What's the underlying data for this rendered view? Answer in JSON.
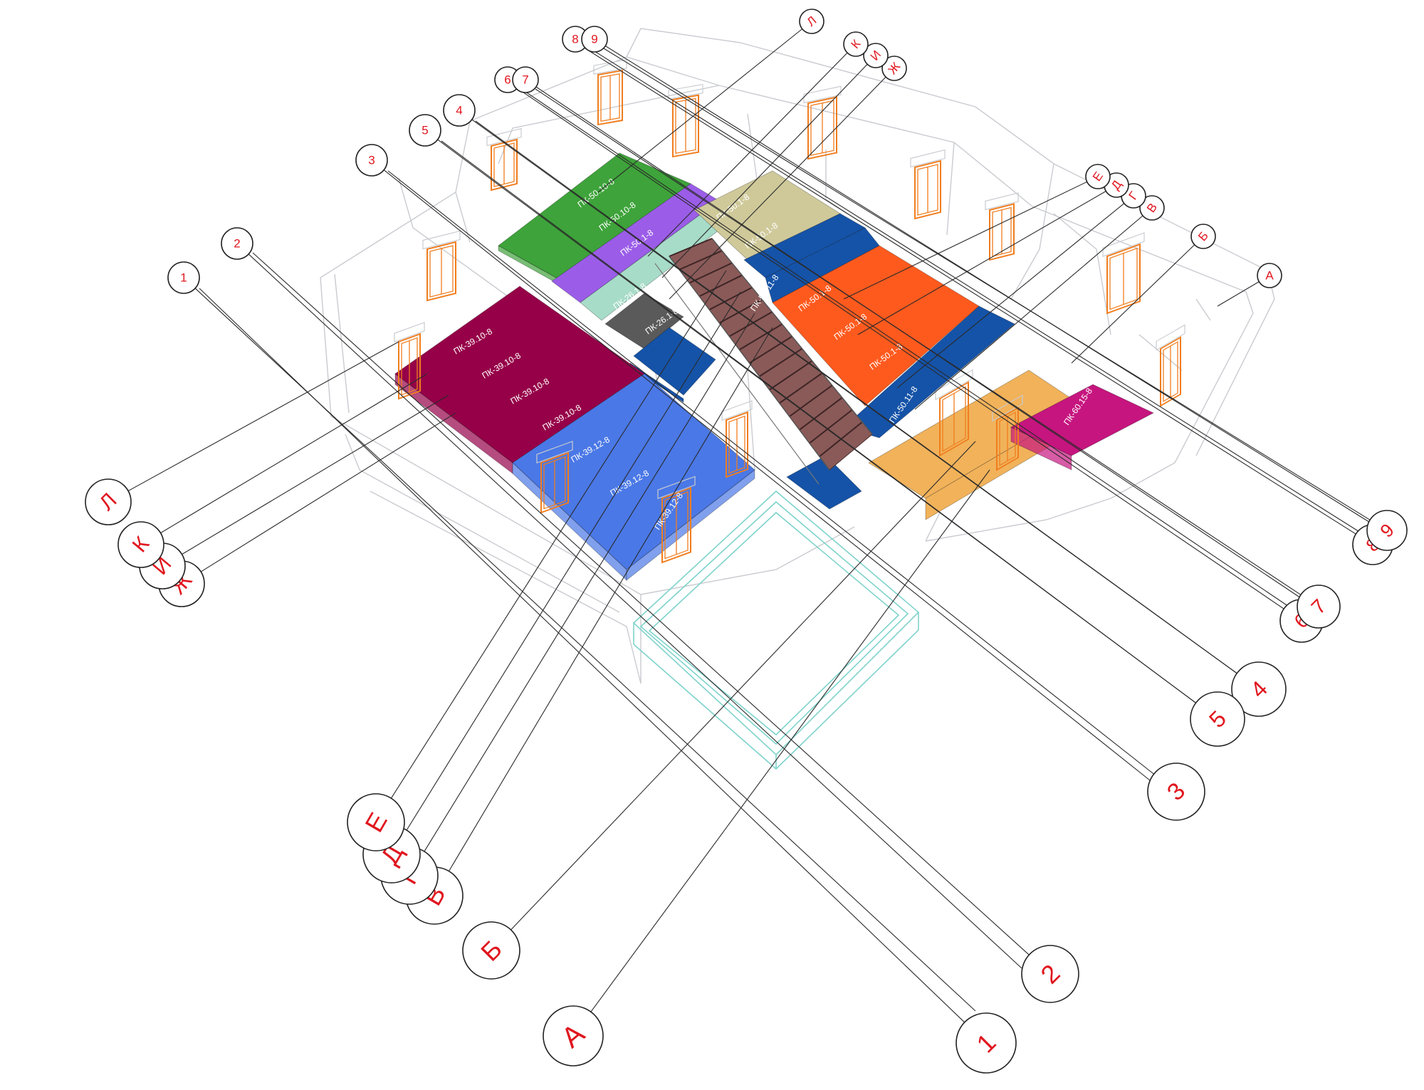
{
  "colors": {
    "background": "#ffffff",
    "wireframe": "#c9cbd0",
    "leader": "#2a2a2a",
    "axis_label": "#e0161e",
    "axis_circle": "#222222",
    "window_frame": "#f07d1e",
    "stair_brick": "#8a5a58",
    "opening_outline": "#7fd3cc"
  },
  "panel_colors": {
    "green": "#3ea33a",
    "violet": "#9b5de8",
    "mint": "#a7dcc9",
    "khaki": "#cfc99a",
    "navy": "#1553a8",
    "orange": "#ff5a1e",
    "wine": "#960048",
    "blue": "#4a78e6",
    "sand": "#f1b25a",
    "magenta": "#c6157f",
    "gray": "#5a5a5a"
  },
  "axes": {
    "letters": [
      "А",
      "Б",
      "В",
      "Г",
      "Д",
      "Е",
      "Ж",
      "И",
      "К",
      "Л"
    ],
    "numbers": [
      "1",
      "2",
      "3",
      "4",
      "5",
      "6",
      "7",
      "8",
      "9"
    ]
  },
  "panel_labels": {
    "p1": "ПК-50.10-8",
    "p2": "ПК-50.10-8",
    "p3": "ПК-50.1-8",
    "p4": "ПК-26.1-8",
    "p5": "ПК-26.1-8",
    "p6": "ПК-50.1-8",
    "p7": "ПК-50.1-8",
    "p8": "ПК-50.11-8",
    "p9": "ПК-50.1-8",
    "p10": "ПК-50.1-8",
    "p11": "ПК-50.1-8",
    "p12": "ПК-50.11-8",
    "p13": "ПК-39.10-8",
    "p14": "ПК-39.10-8",
    "p15": "ПК-39.10-8",
    "p16": "ПК-39.10-8",
    "p17": "ПК-39.12-8",
    "p18": "ПК-39.12-8",
    "p19": "ПК-39.12-8",
    "p20": "ПК-60.15-8"
  },
  "icons": {
    "axis_bubble": "circle-with-letter",
    "window": "window-frame"
  }
}
